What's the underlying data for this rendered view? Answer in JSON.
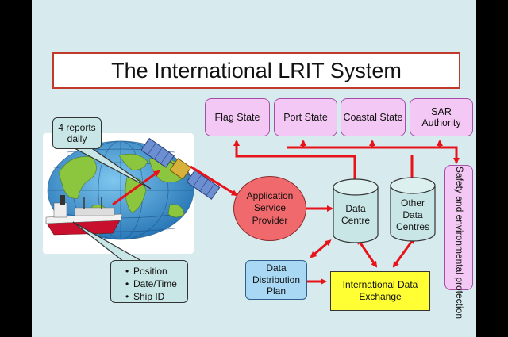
{
  "title": "The International LRIT System",
  "top_boxes": {
    "flag_state": "Flag State",
    "port_state": "Port State",
    "coastal_state": "Coastal State",
    "sar_authority": "SAR Authority"
  },
  "safety_box": "Safety and environmental protection",
  "callout_reports": "4 reports daily",
  "ship_info": [
    "Position",
    "Date/Time",
    "Ship ID"
  ],
  "asp": "Application Service Provider",
  "data_centre": "Data Centre",
  "other_data_centres": "Other Data Centres",
  "ddp": "Data Distribution Plan",
  "ide": "International Data Exchange",
  "colors": {
    "arrow": "#e8121b",
    "pink": "#f4c8f4",
    "asp": "#f0696c",
    "ddp": "#a8d8f4",
    "ide": "#ffff33",
    "background": "#d7ebef"
  }
}
